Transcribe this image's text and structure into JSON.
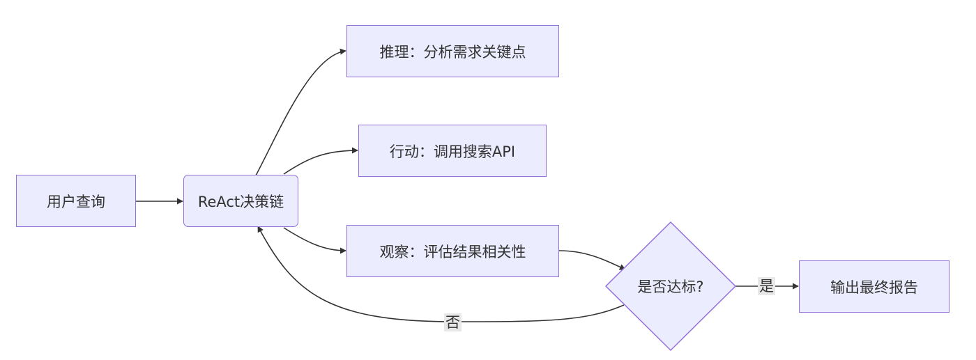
{
  "nodes": {
    "user_query": "用户查询",
    "react_chain": "ReAct决策链",
    "reasoning": "推理：分析需求关键点",
    "action": "行动：调用搜索API",
    "observation": "观察：评估结果相关性",
    "decision": "是否达标?",
    "output": "输出最终报告"
  },
  "edge_labels": {
    "yes": "是",
    "no": "否"
  },
  "colors": {
    "node_fill": "#ececff",
    "node_border": "#9370db",
    "edge": "#333333",
    "label_bg": "#e8e8e8"
  }
}
